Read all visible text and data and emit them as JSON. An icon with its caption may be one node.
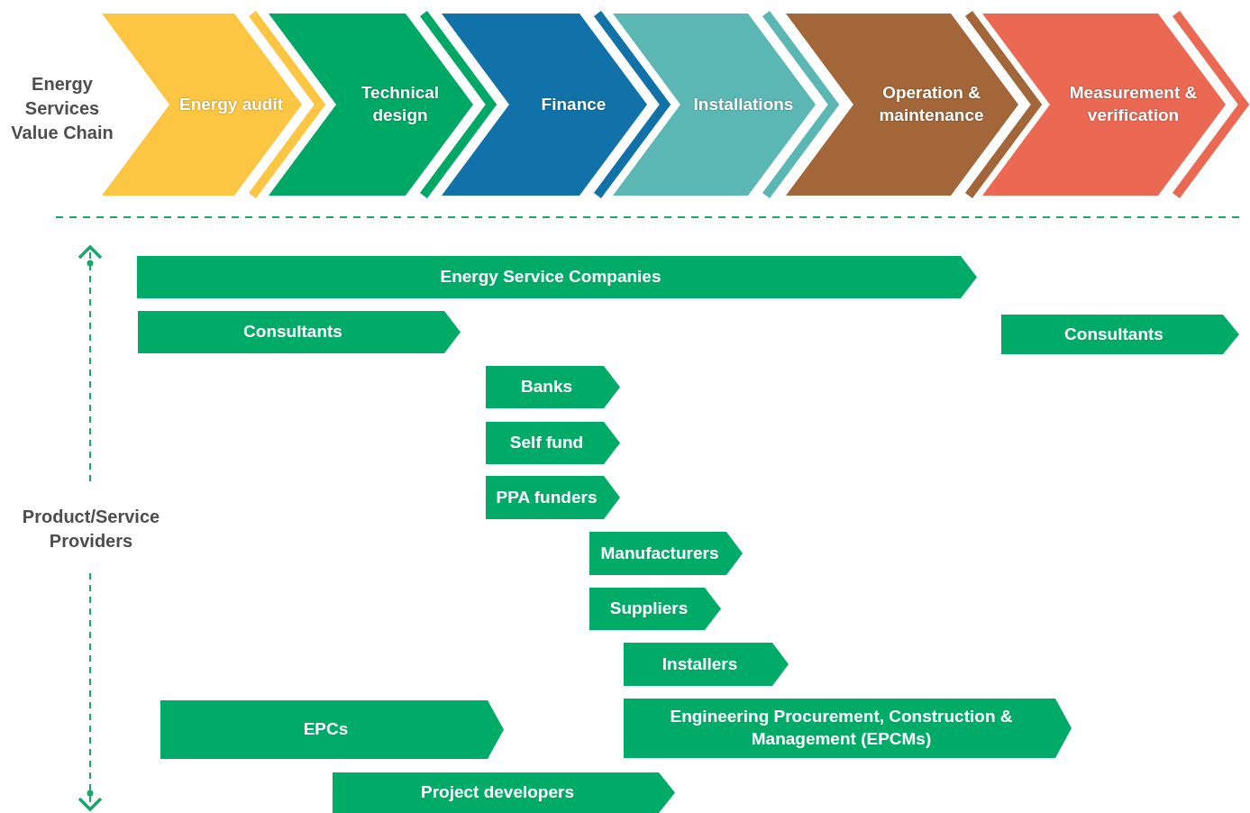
{
  "diagram": {
    "nodes": [
      {
        "text": [
          "Energy audit"
        ]
      },
      {
        "text": [
          "Technical design"
        ]
      },
      {
        "text": [
          "Finance"
        ]
      },
      {
        "text": [
          "Installations"
        ]
      },
      {
        "text": [
          "Operation & maintenance"
        ]
      },
      {
        "text": [
          "Measurement & verification"
        ]
      },
      {
        "text": [
          "Energy Service Companies"
        ]
      },
      {
        "text": [
          "Consultants"
        ]
      },
      {
        "text": [
          "Consultants"
        ]
      },
      {
        "text": [
          "Banks"
        ]
      },
      {
        "text": [
          "Self fund"
        ]
      },
      {
        "text": [
          "PPA funders"
        ]
      },
      {
        "text": [
          "Manufacturers"
        ]
      },
      {
        "text": [
          "Suppliers"
        ]
      },
      {
        "text": [
          "Installers"
        ]
      },
      {
        "text": [
          "EPCs"
        ]
      },
      {
        "text": [
          "Engineering Procurement, Construction & Management (EPCMs)"
        ]
      },
      {
        "text": [
          "Project developers"
        ]
      }
    ],
    "labels": [
      "Energy Services Value Chain",
      "Product/Service Providers"
    ]
  }
}
